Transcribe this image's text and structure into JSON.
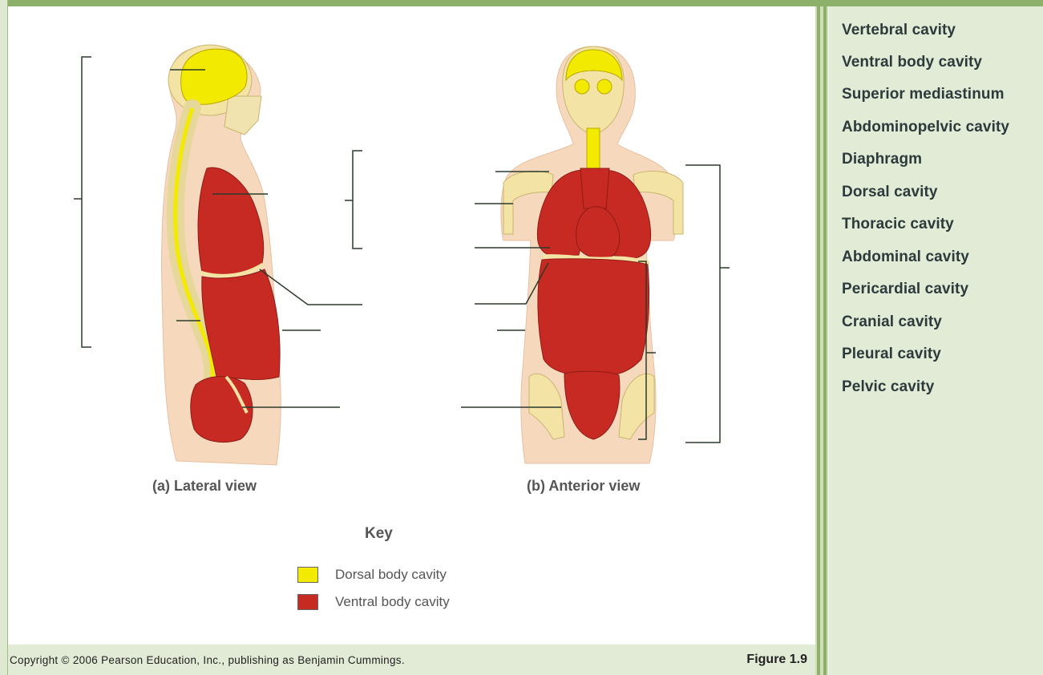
{
  "word_bank": [
    "Vertebral cavity",
    "Ventral body cavity",
    "Superior mediastinum",
    "Abdominopelvic cavity",
    "Diaphragm",
    "Dorsal cavity",
    "Thoracic cavity",
    "Abdominal cavity",
    "Pericardial cavity",
    "Cranial cavity",
    "Pleural cavity",
    "Pelvic cavity"
  ],
  "captions": {
    "lateral": "(a) Lateral view",
    "anterior": "(b) Anterior view"
  },
  "key": {
    "title": "Key",
    "dorsal_label": "Dorsal body cavity",
    "ventral_label": "Ventral body cavity",
    "dorsal_color": "#f2ea00",
    "ventral_color": "#c62a22"
  },
  "footer": {
    "copyright": "Copyright © 2006 Pearson Education, Inc., publishing as Benjamin Cummings.",
    "figure": "Figure 1.9"
  },
  "colors": {
    "frame_green": "#8db16a",
    "panel_bg": "#e2ebd6",
    "skin": "#f6d9bd",
    "bone": "#f3e4a6",
    "leader": "#2c3a2c"
  }
}
